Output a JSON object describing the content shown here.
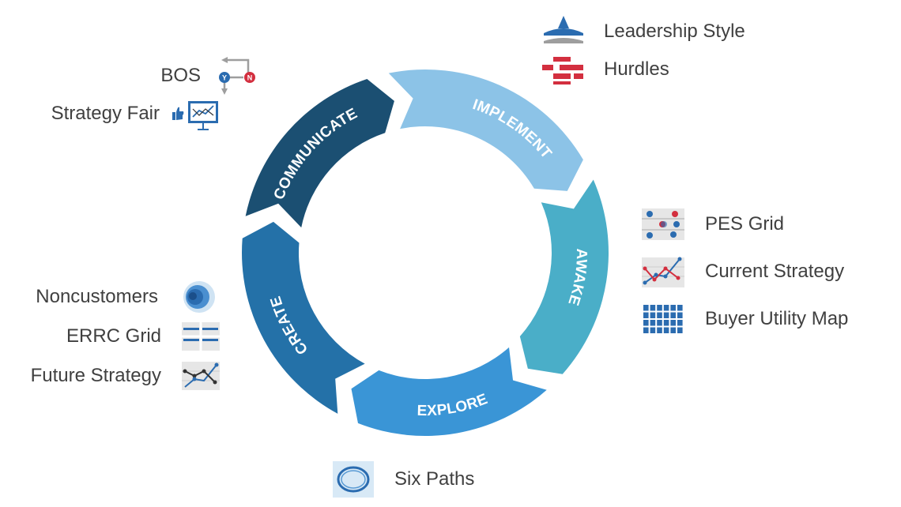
{
  "cycle": {
    "stages": [
      {
        "id": "implement",
        "label": "IMPLEMENT",
        "color": "#8cc3e7"
      },
      {
        "id": "awake",
        "label": "AWAKE",
        "color": "#4aaec8"
      },
      {
        "id": "explore",
        "label": "EXPLORE",
        "color": "#3a95d6"
      },
      {
        "id": "create",
        "label": "CREATE",
        "color": "#2471a8"
      },
      {
        "id": "communicate",
        "label": "COMMUNICATE",
        "color": "#1b4f72"
      }
    ]
  },
  "tools": {
    "leadership_style": "Leadership Style",
    "hurdles": "Hurdles",
    "pes_grid": "PES Grid",
    "current_strategy": "Current Strategy",
    "buyer_utility_map": "Buyer Utility Map",
    "six_paths": "Six Paths",
    "future_strategy": "Future Strategy",
    "errc_grid": "ERRC Grid",
    "noncustomers": "Noncustomers",
    "strategy_fair": "Strategy Fair",
    "bos": "BOS"
  },
  "bos_icon": {
    "yes": "Y",
    "no": "N"
  },
  "colors": {
    "text": "#404040",
    "accent_red": "#d32f3f",
    "accent_blue": "#2b6cb0"
  }
}
